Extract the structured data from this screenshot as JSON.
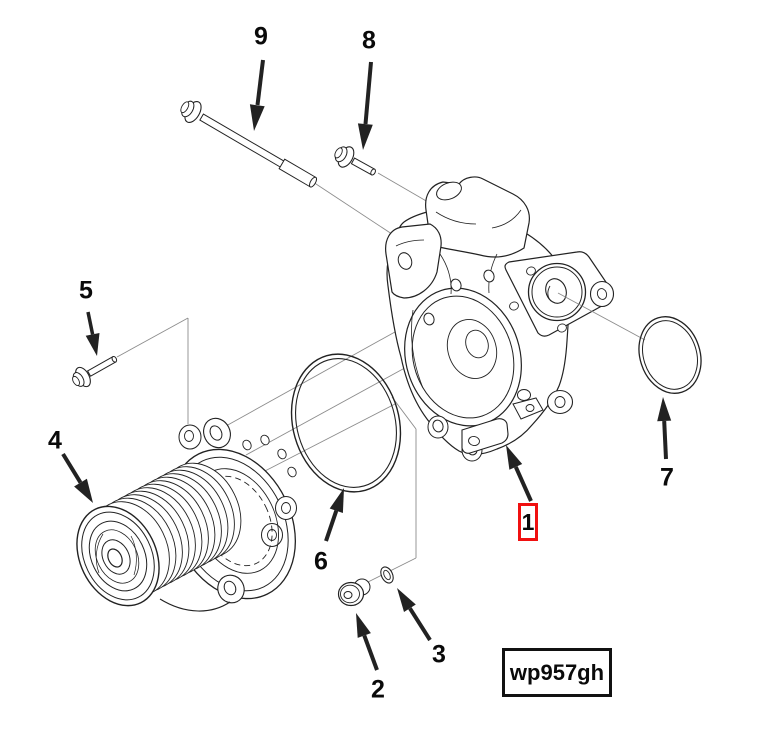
{
  "figure": {
    "code": "wp957gh",
    "kind": "exploded-parts-diagram"
  },
  "colors": {
    "highlight": "#f01010",
    "ink": "#222222",
    "leader": "#8c8c8c",
    "background": "#ffffff"
  },
  "callouts": [
    {
      "label": "1",
      "highlighted": true
    },
    {
      "label": "2",
      "highlighted": false
    },
    {
      "label": "3",
      "highlighted": false
    },
    {
      "label": "4",
      "highlighted": false
    },
    {
      "label": "5",
      "highlighted": false
    },
    {
      "label": "6",
      "highlighted": false
    },
    {
      "label": "7",
      "highlighted": false
    },
    {
      "label": "8",
      "highlighted": false
    },
    {
      "label": "9",
      "highlighted": false
    }
  ]
}
